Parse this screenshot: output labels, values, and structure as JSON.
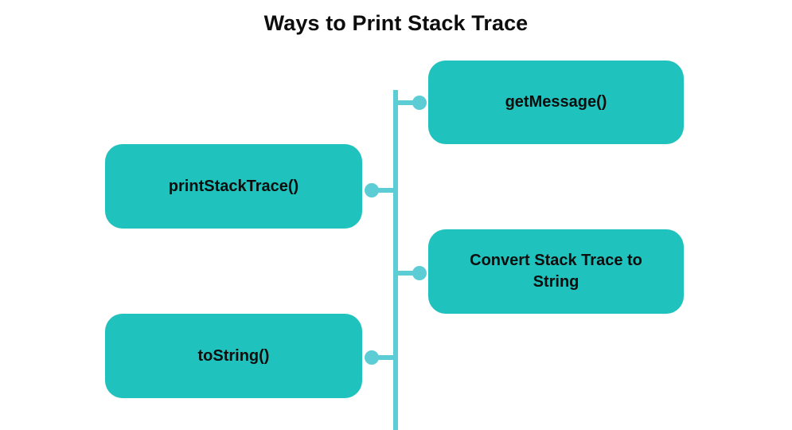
{
  "title": "Ways to Print Stack Trace",
  "theme": {
    "background": "#ffffff",
    "box_fill": "#1fc2bc",
    "connector": "#5ccdd4",
    "text": "#0d0d0d"
  },
  "diagram": {
    "type": "mind-map",
    "spine": {
      "orientation": "vertical",
      "color": "#5ccdd4"
    },
    "nodes": [
      {
        "id": "get-message",
        "label": "getMessage()",
        "side": "right"
      },
      {
        "id": "print-stack-trace",
        "label": "printStackTrace()",
        "side": "left"
      },
      {
        "id": "convert-stack-trace",
        "label": "Convert Stack Trace to\nString",
        "side": "right"
      },
      {
        "id": "to-string",
        "label": "toString()",
        "side": "left"
      }
    ]
  }
}
